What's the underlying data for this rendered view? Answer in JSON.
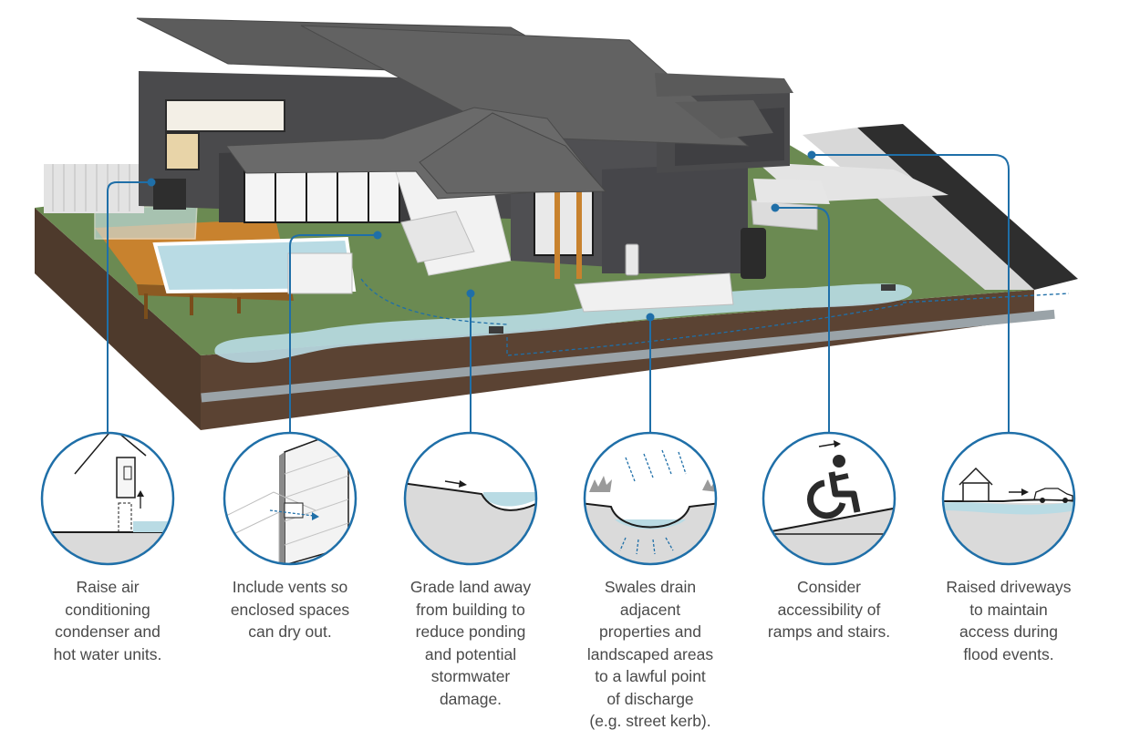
{
  "colors": {
    "accent": "#1f6fa8",
    "grass": "#6b8a52",
    "soil": "#5b4333",
    "roof": "#5c5c5c",
    "wall": "#4a4a4c",
    "water": "#b9dbe4",
    "deck": "#c8822e",
    "ground_fill": "#dadada"
  },
  "callouts": [
    {
      "id": "aircon",
      "icon": "raised-condenser-icon",
      "text": "Raise air\nconditioning\ncondenser and\nhot water units."
    },
    {
      "id": "vents",
      "icon": "wall-vent-icon",
      "text": "Include vents so\nenclosed spaces\ncan dry out."
    },
    {
      "id": "grade",
      "icon": "graded-slope-icon",
      "text": "Grade land away\nfrom building to\nreduce ponding\nand potential\nstormwater\ndamage."
    },
    {
      "id": "swales",
      "icon": "swale-drain-icon",
      "text": "Swales drain\nadjacent\nproperties and\nlandscaped areas\nto a lawful point\nof discharge\n(e.g. street kerb)."
    },
    {
      "id": "access",
      "icon": "wheelchair-ramp-icon",
      "text": "Consider\naccessibility of\nramps and stairs."
    },
    {
      "id": "driveway",
      "icon": "raised-driveway-icon",
      "text": "Raised driveways\nto maintain\naccess during\nflood events."
    }
  ]
}
